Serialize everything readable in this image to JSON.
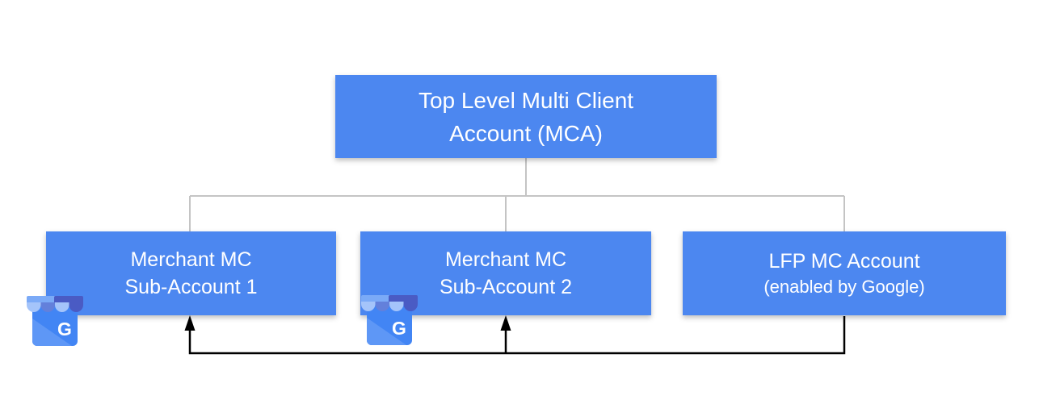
{
  "colors": {
    "node_fill": "#4c87f0",
    "node_text": "#ffffff",
    "tree_connector": "#c4c4c4",
    "flow_arrow": "#000000",
    "background": "#ffffff"
  },
  "nodes": {
    "mca": {
      "line1": "Top Level Multi Client",
      "line2": "Account (MCA)"
    },
    "sub1": {
      "line1": "Merchant MC",
      "line2": "Sub-Account 1"
    },
    "sub2": {
      "line1": "Merchant MC",
      "line2": "Sub-Account 2"
    },
    "lfp": {
      "line1": "LFP MC Account",
      "line2": "(enabled by Google)"
    }
  },
  "icons": {
    "google_my_business": {
      "letter": "G",
      "palette": {
        "body": "#4285f4",
        "body_fold": "#5e97f6",
        "awning_left": "#7baaf7",
        "awning_right": "#4a5bc4",
        "scallop_light": "#a4c4fa",
        "scallop_mid": "#6380db",
        "letter_color": "#ffffff"
      }
    }
  }
}
